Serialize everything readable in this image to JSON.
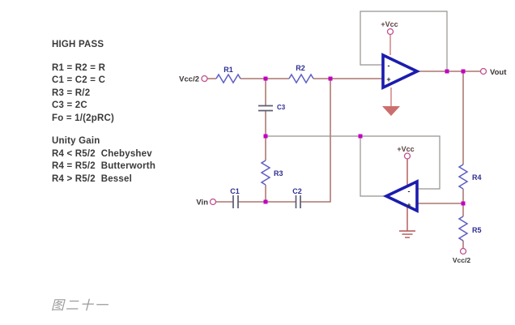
{
  "info_panel": {
    "title": "HIGH PASS",
    "equations": [
      "R1 = R2 = R",
      "C1 = C2 = C",
      "R3 = R/2",
      "C3 = 2C",
      "Fo = 1/(2pRC)"
    ],
    "gain_title": "Unity Gain",
    "gain_rules": [
      "R4 < R5/2  Chebyshev",
      "R4 = R5/2  Butterworth",
      "R4 > R5/2  Bessel"
    ]
  },
  "schematic": {
    "components": {
      "r1": "R1",
      "r2": "R2",
      "r3": "R3",
      "r4": "R4",
      "r5": "R5",
      "c1": "C1",
      "c2": "C2",
      "c3": "C3"
    },
    "terminals": {
      "vcc_half_in": "Vcc/2",
      "vin": "Vin",
      "vout": "Vout",
      "vcc_top": "+Vcc",
      "vcc_bottom": "+Vcc",
      "vcc_half_bottom": "Vcc/2"
    },
    "opamp_minus": "-",
    "opamp_plus": "+"
  },
  "caption": "图二十一",
  "colors": {
    "wire": "#9a5a52",
    "feedback_wire": "#97928d",
    "resistor": "#5f5fc4",
    "component_label": "#2d2d92",
    "node": "#c100c1",
    "terminal": "#c0508e",
    "power": "#c87272",
    "opamp": "#1c1cae",
    "text": "#3a3a3a"
  }
}
